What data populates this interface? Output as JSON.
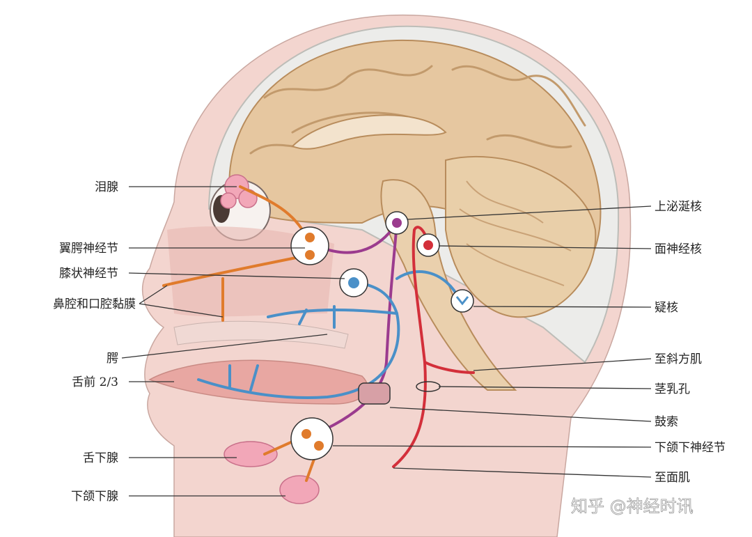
{
  "colors": {
    "parasympathetic": "#e07b2c",
    "sensory_taste": "#4a90c8",
    "visceral_efferent": "#9b3b8e",
    "motor": "#d32f3a",
    "brain": "#e6c7a0",
    "skin": "#f3d5cf",
    "skull": "#ececea"
  },
  "labels_left": [
    {
      "id": "lacrimal-gland",
      "text": "泪腺"
    },
    {
      "id": "pterygopalatine-ganglion",
      "text": "翼腭神经节"
    },
    {
      "id": "geniculate-ganglion",
      "text": "膝状神经节"
    },
    {
      "id": "nasal-oral-mucosa",
      "text": "鼻腔和口腔黏膜"
    },
    {
      "id": "palate",
      "text": "腭"
    },
    {
      "id": "anterior-tongue",
      "text": "舌前 2/3"
    },
    {
      "id": "sublingual-gland",
      "text": "舌下腺"
    },
    {
      "id": "submandibular-gland",
      "text": "下颌下腺"
    }
  ],
  "labels_right": [
    {
      "id": "superior-salivatory-nucleus",
      "text": "上泌涎核"
    },
    {
      "id": "facial-nucleus",
      "text": "面神经核"
    },
    {
      "id": "nucleus-ambiguus",
      "text": "疑核"
    },
    {
      "id": "to-trapezius",
      "text": "至斜方肌"
    },
    {
      "id": "stylomastoid-foramen",
      "text": "茎乳孔"
    },
    {
      "id": "chorda-tympani",
      "text": "鼓索"
    },
    {
      "id": "submandibular-ganglion",
      "text": "下颌下神经节"
    },
    {
      "id": "to-facial-muscles",
      "text": "至面肌"
    }
  ],
  "watermark": {
    "text": "知乎 @神经时讯"
  }
}
